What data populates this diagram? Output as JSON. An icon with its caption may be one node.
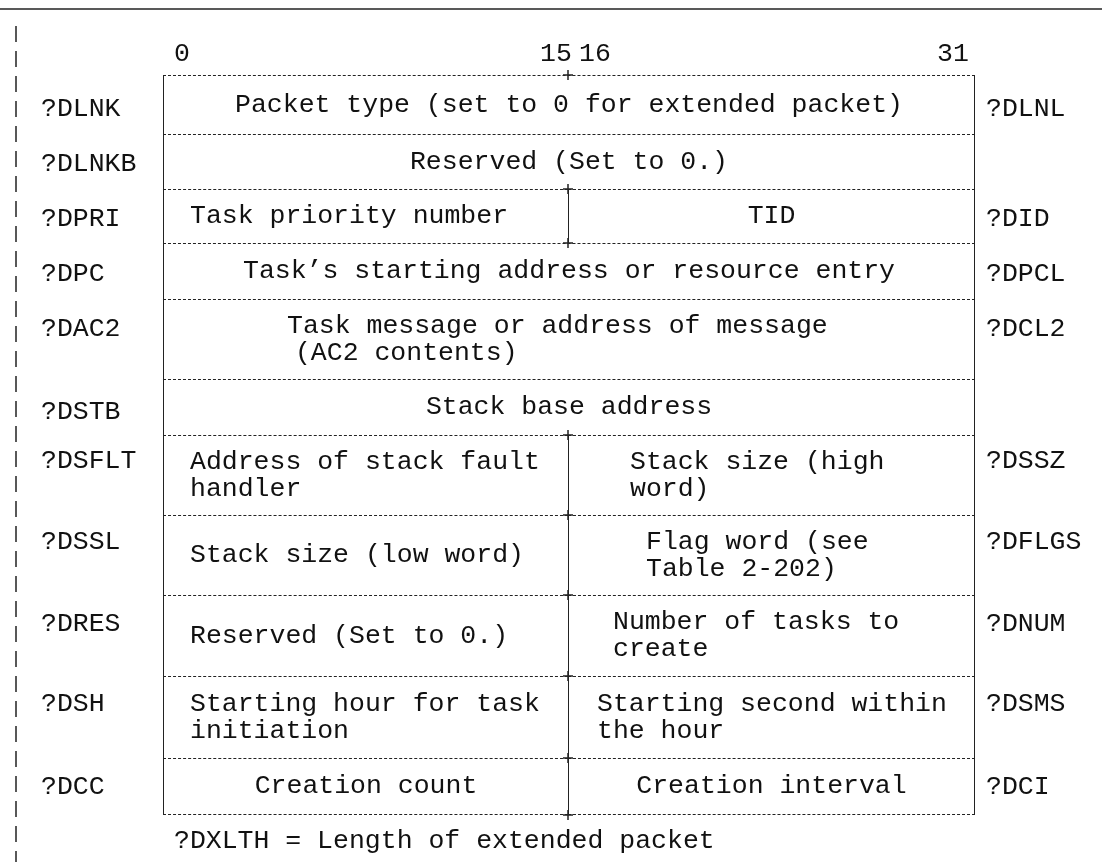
{
  "diagram": {
    "nodes": [
      {
        "text": [
          "Packet type (set to 0 for extended packet)"
        ]
      },
      {
        "text": [
          "Reserved (Set to 0.)"
        ]
      },
      {
        "text": [
          "Task priority number"
        ]
      },
      {
        "text": [
          "TID"
        ]
      },
      {
        "text": [
          "Task’s starting address or resource entry"
        ]
      },
      {
        "text": [
          "Task message or address of message",
          "(AC2 contents)"
        ]
      },
      {
        "text": [
          "Stack base address"
        ]
      },
      {
        "text": [
          "Address of stack fault handler"
        ]
      },
      {
        "text": [
          "Stack size (high word)"
        ]
      },
      {
        "text": [
          "Stack size (low word)"
        ]
      },
      {
        "text": [
          "Flag word (see Table 2-202)"
        ]
      },
      {
        "text": [
          "Reserved (Set to 0.)"
        ]
      },
      {
        "text": [
          "Number of tasks to create"
        ]
      },
      {
        "text": [
          "Starting hour for task initiation"
        ]
      },
      {
        "text": [
          "Starting second within the hour"
        ]
      },
      {
        "text": [
          "Creation count"
        ]
      },
      {
        "text": [
          "Creation interval"
        ]
      }
    ],
    "labels": [
      "0",
      "15",
      "16",
      "31",
      "?DLNK",
      "?DLNL",
      "?DLNKB",
      "?DPRI",
      "?DID",
      "?DPC",
      "?DPCL",
      "?DAC2",
      "?DCL2",
      "?DSTB",
      "?DSFLT",
      "?DSSZ",
      "?DSSL",
      "?DFLGS",
      "?DRES",
      "?DNUM",
      "?DSH",
      "?DSMS",
      "?DCC",
      "?DCI",
      "?DXLTH = Length of extended packet"
    ]
  }
}
